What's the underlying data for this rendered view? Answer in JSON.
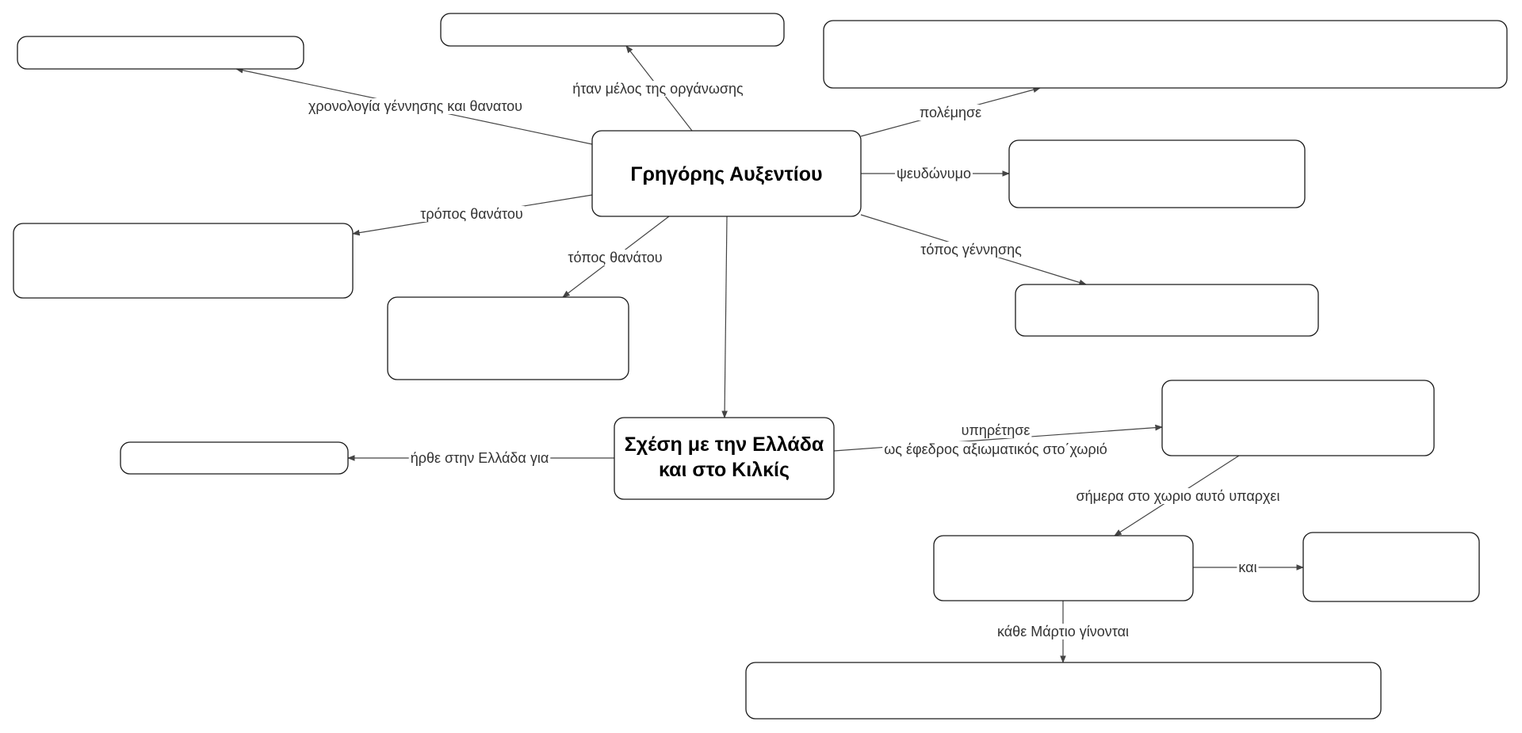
{
  "diagram": {
    "title": "Γρηγόρης Αυξεντίου concept map",
    "nodes": [
      {
        "id": "main",
        "label_lines": [
          "Γρηγόρης Αυξεντίου"
        ],
        "bold": true
      },
      {
        "id": "greece",
        "label_lines": [
          "Σχέση με την Ελλάδα",
          "και στο Κιλκίς"
        ],
        "bold": true
      },
      {
        "id": "dates",
        "label_lines": []
      },
      {
        "id": "organization",
        "label_lines": []
      },
      {
        "id": "fought",
        "label_lines": []
      },
      {
        "id": "pseudonym",
        "label_lines": []
      },
      {
        "id": "death_manner",
        "label_lines": []
      },
      {
        "id": "death_place",
        "label_lines": []
      },
      {
        "id": "birth_place",
        "label_lines": []
      },
      {
        "id": "came_for",
        "label_lines": []
      },
      {
        "id": "village",
        "label_lines": []
      },
      {
        "id": "today_exists",
        "label_lines": []
      },
      {
        "id": "and_also",
        "label_lines": []
      },
      {
        "id": "every_march",
        "label_lines": []
      }
    ],
    "edges": [
      {
        "from": "main",
        "to": "dates",
        "label_lines": [
          "χρονολογία γέννησης και θανατου"
        ]
      },
      {
        "from": "main",
        "to": "organization",
        "label_lines": [
          "ήταν μέλος της οργάνωσης"
        ]
      },
      {
        "from": "main",
        "to": "fought",
        "label_lines": [
          "πολέμησε"
        ]
      },
      {
        "from": "main",
        "to": "pseudonym",
        "label_lines": [
          "ψευδώνυμο"
        ]
      },
      {
        "from": "main",
        "to": "death_manner",
        "label_lines": [
          "τρόπος θανάτου"
        ]
      },
      {
        "from": "main",
        "to": "death_place",
        "label_lines": [
          "τόπος θανάτου"
        ]
      },
      {
        "from": "main",
        "to": "birth_place",
        "label_lines": [
          "τόπος γέννησης"
        ]
      },
      {
        "from": "main",
        "to": "greece",
        "label_lines": []
      },
      {
        "from": "greece",
        "to": "came_for",
        "label_lines": [
          "ήρθε στην Ελλάδα για"
        ]
      },
      {
        "from": "greece",
        "to": "village",
        "label_lines": [
          "υπηρέτησε",
          "ως έφεδρος αξιωματικός στο΄χωριό"
        ]
      },
      {
        "from": "village",
        "to": "today_exists",
        "label_lines": [
          "σήμερα στο χωριο αυτό υπαρχει"
        ]
      },
      {
        "from": "today_exists",
        "to": "and_also",
        "label_lines": [
          "και"
        ]
      },
      {
        "from": "today_exists",
        "to": "every_march",
        "label_lines": [
          "κάθε Μάρτιο γίνονται"
        ]
      }
    ]
  }
}
